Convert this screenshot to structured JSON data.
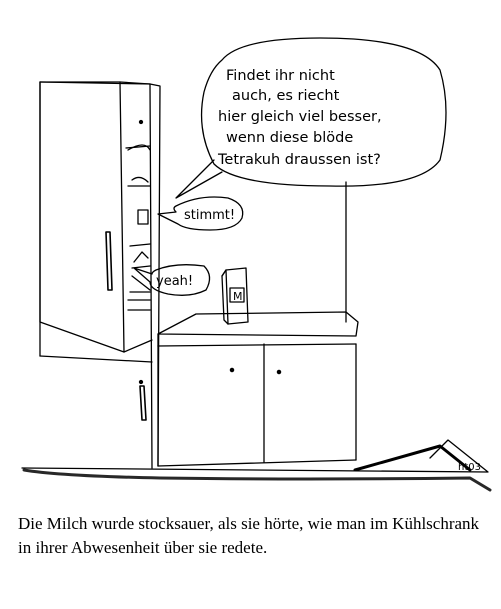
{
  "bubbles": {
    "main": {
      "line1": "Findet ihr nicht",
      "line2": "auch, es riecht",
      "line3": "hier gleich viel besser,",
      "line4": "wenn diese blöde",
      "line5": "Tetrakuh draussen ist?"
    },
    "stimmt": "stimmt!",
    "yeah": "yeah!"
  },
  "carton_label": "M",
  "signature": "ht03",
  "caption": "Die Milch wurde stocksauer, als sie hörte, wie man im Kühlschrank in ihrer Abwesenheit über sie redete."
}
